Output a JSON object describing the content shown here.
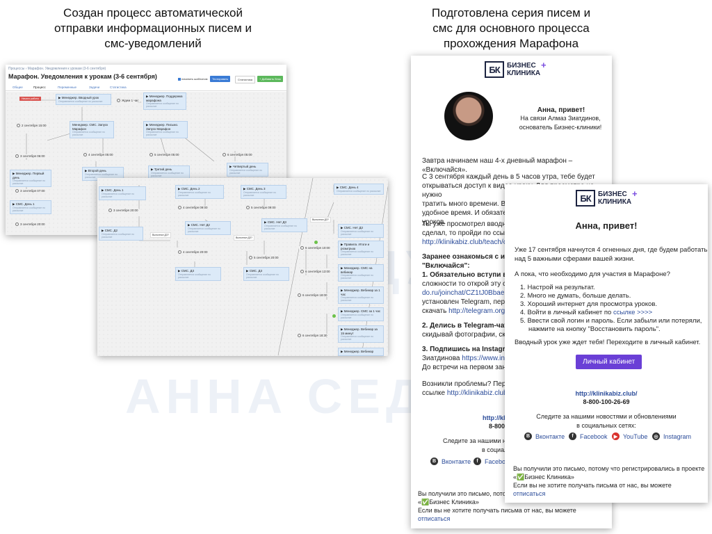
{
  "watermark": "АННА СЕДУНОВА",
  "captions": {
    "left": [
      "Создан процесс автоматической",
      "отправки информационных писем и",
      "смс-уведомлений"
    ],
    "right": [
      "Подготовлена серия писем и",
      "смс для основного процесса",
      "прохождения Марафона"
    ]
  },
  "flow_back": {
    "breadcrumb": "Процессы › Марафон. Уведомления к урокам (3-6 сентября)",
    "title": "Марафон. Уведомления к урокам (3-6 сентября)",
    "checkbox_label": "начинать шаблоном",
    "btn_test": "Тестировать",
    "btn_stats": "Статистика",
    "btn_add": "+ Добавить блок",
    "tabs": [
      "Общее",
      "Процесс",
      "Переменные",
      "Задачи",
      "Статистика"
    ],
    "start_tag": "Начало работы",
    "nodes": [
      {
        "t": "▶ Менеджер. Вводный урок",
        "s": "Отправляется сообщение по рассылке"
      },
      {
        "t": "▶ Менеджер. Поддержка марафона",
        "s": "Отправляется сообщение по рассылке"
      },
      {
        "t": "Менеджер. СМС. Запуск Марафон",
        "s": "Отправляется сообщение по рассылке"
      },
      {
        "t": "▶ Менеджер. Письмо. Запуск Марафон",
        "s": "Отправляется сообщение по рассылке"
      },
      {
        "t": "▶ Менеджер. Первый день",
        "s": "Отправляется сообщение по рассылке"
      },
      {
        "t": "▶ Второй день",
        "s": "Отправляется сообщение по рассылке"
      },
      {
        "t": "▶ Третий день",
        "s": "Отправляется сообщение по рассылке"
      },
      {
        "t": "▶ Четвертый день",
        "s": "Отправляется сообщение по рассылке"
      },
      {
        "t": "▶ СМС. День 1",
        "s": "Отправляется сообщение по рассылке"
      }
    ],
    "timers": [
      "Ждем 1 час",
      "2 сентября 15:00",
      "3 сентября 06:00",
      "4 сентября 05:00",
      "5 сентября 05:00",
      "6 сентября 05:00",
      "3 сентября 07:00",
      "3 сентября 20:00"
    ]
  },
  "flow_front": {
    "nodes": [
      {
        "t": "▶ СМС. День 1",
        "s": "Отправляется сообщение по рассылке"
      },
      {
        "t": "▶ СМС. День 2",
        "s": "Отправляется сообщение по рассылке"
      },
      {
        "t": "▶ СМС. День 3",
        "s": "Отправляется сообщение по рассылке"
      },
      {
        "t": "▶ СМС. День 4",
        "s": "Отправляется сообщение по рассылке"
      },
      {
        "t": "▶ СМС. Нет Д2",
        "s": "Отправляется сообщение по рассылке"
      },
      {
        "t": "▶ СМС. Нет Д3",
        "s": "Отправляется сообщение по рассылке"
      },
      {
        "t": "▶ СМС. Нет Д3",
        "s": "Отправляется сообщение по рассылке"
      },
      {
        "t": "▶ СМС. Д2",
        "s": "Отправляется сообщение по рассылке"
      },
      {
        "t": "▶ СМС. Д3",
        "s": "Отправляется сообщение по рассылке"
      },
      {
        "t": "▶ СМС. Д3",
        "s": "Отправляется сообщение по рассылке"
      },
      {
        "t": "▶ Правила. Итоги и розыгрыш",
        "s": "Отправляется сообщение по рассылке"
      },
      {
        "t": "▶ Менеджер. СМС на вебинар",
        "s": "Отправляется сообщение по рассылке"
      },
      {
        "t": "▶ Менеджер. Вебинар за 1 час",
        "s": "Отправляется сообщение по рассылке"
      },
      {
        "t": "▶ Менеджер. СМС за 1 час",
        "s": "Отправляется сообщение по рассылке"
      },
      {
        "t": "▶ Менеджер. Вебинар за 15 минут",
        "s": "Отправляется сообщение по рассылке"
      },
      {
        "t": "▶ Менеджер. Вебинар",
        "s": ""
      }
    ],
    "timers": [
      "4 сентября 09:00",
      "5 сентября 09:00",
      "3 сентября 20:00",
      "4 сентября 20:00",
      "5 сентября 20:00",
      "6 сентября 10:00",
      "6 сентября 13:00",
      "6 сентября 18:00",
      "6 сентября 18:30"
    ],
    "conds": [
      "Выполнил ДЗ?",
      "Выполнил ДЗ?",
      "Выполнил ДЗ?"
    ]
  },
  "email_back": {
    "logo": [
      "БИЗНЕС",
      "КЛИНИКА"
    ],
    "greeting": "Анна, привет!",
    "intro": [
      "На связи Алмаз Зиатдинов,",
      "основатель Бизнес-клиники!"
    ],
    "p1": "Завтра начинаем наш 4-х дневный марафон – «Включайся».",
    "p2": [
      "С 3 сентября каждый день в 5 часов утра, тебе будет",
      "открываться доступ к видео-уроку. Для просмотра не нужно",
      "тратить много времени. Всего",
      "удобное время. И обязательн",
      "уроков."
    ],
    "p3": [
      "Ты уже просмотрел вводное",
      "сделал, то пройди по ссылке"
    ],
    "p3_link": "http://klinikabiz.club/teach/contro",
    "p4_title": [
      "Заранее ознакомься с инстр",
      "\"Включайся\":"
    ],
    "p4_1": [
      "1. Обязательно вступи в наш",
      "сложности то открой эту ссыл"
    ],
    "p4_1_link": "do.ru/joinchat/CZ1tJ0BbaepjJVr",
    "p4_1b": [
      "установлен Telegram, переход",
      "скачать"
    ],
    "p4_1_link2": "http://telegram.org",
    "p4_2": [
      "2. Делись в Telegram-чате и н",
      "скидывай фотографии, скрин"
    ],
    "p4_3": [
      "3. Подпишись на Instagram Ал",
      "Зиатдинова"
    ],
    "p4_3_link": "https://www.instag",
    "p5": "До встречи на первом заняти",
    "p6": [
      "Возникли проблемы? Переход",
      "ссылке"
    ],
    "p6_link": "http://klinikabiz.club/inst",
    "site_short": "http://kli",
    "phone_short": "8-800-",
    "follow": [
      "Следите за нашими н",
      "в социал"
    ],
    "vk": "Вконтакте",
    "fb": "Facebo",
    "footer": [
      "Вы получили это письмо, потом",
      "«✅Бизнес Клиника»",
      "Если вы не хотите получать письма от нас, вы можете"
    ],
    "unsub": "отписаться"
  },
  "email_front": {
    "logo": [
      "БИЗНЕС",
      "КЛИНИКА"
    ],
    "greeting": "Анна, привет!",
    "p1": [
      "Уже 17 сентября начнутся 4 огненных дня, где будем работать",
      "над 5 важными сферами вашей жизни."
    ],
    "p2": "А пока, что необходимо для участия в Марафоне?",
    "list": [
      "1.  Настрой на результат.",
      "2.  Много не думать, больше делать.",
      "3.  Хороший интернет для просмотра уроков.",
      "4.  Войти в личный кабинет по",
      "5.  Ввести свой логин и пароль. Если забыли или потеряли,"
    ],
    "list4_link": "ссылке >>>>",
    "list5b": "нажмите на кнопку \"Восстановить пароль\".",
    "p3": "Вводный урок уже ждет тебя! Переходите в личный кабинет.",
    "button": "Личный кабинет",
    "site": "http://klinikabiz.club/",
    "phone": "8-800-100-26-69",
    "follow": [
      "Следите за нашими новостями и обновлениями",
      "в социальных сетях:"
    ],
    "vk": "Вконтакте",
    "fb": "Facebook",
    "yt": "YouTube",
    "ig": "Instagram",
    "footer": [
      "Вы получили это письмо, потому что регистрировались в проекте",
      "«✅Бизнес Клиника»",
      "Если вы не хотите получать письма от нас, вы можете"
    ],
    "unsub": "отписаться"
  }
}
